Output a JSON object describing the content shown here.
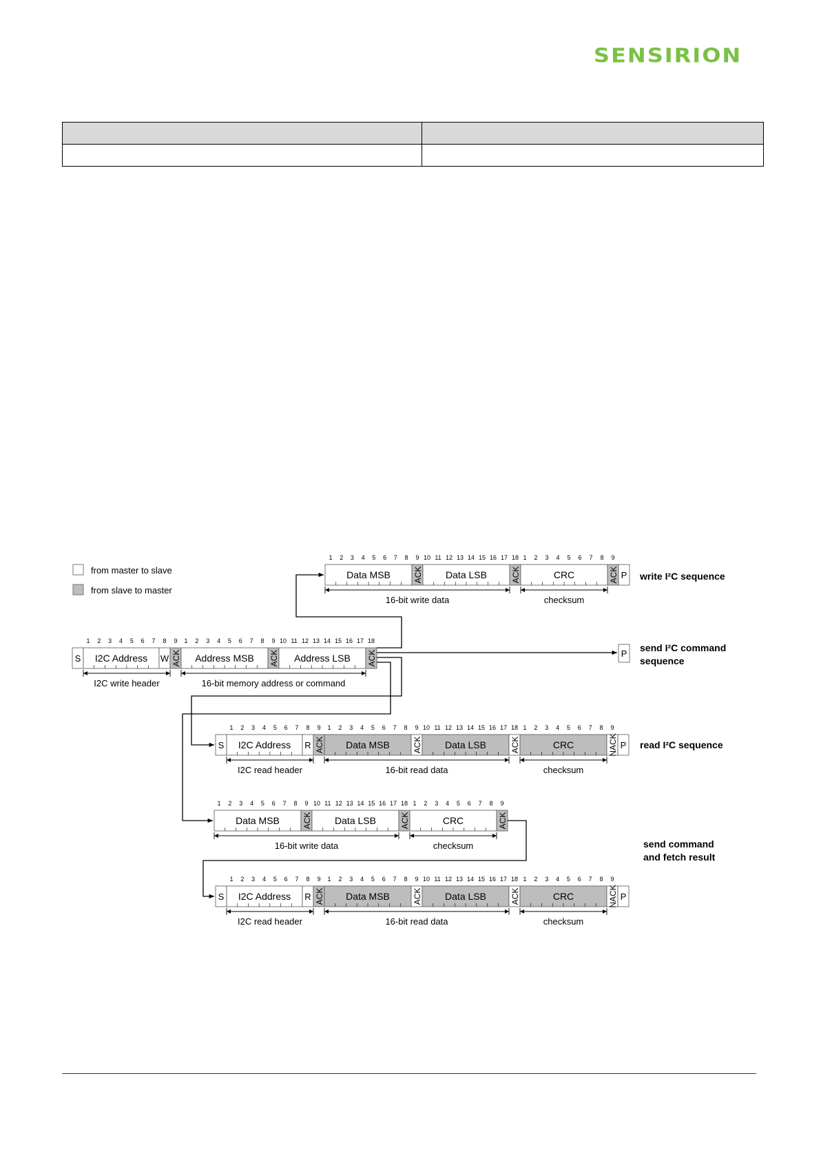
{
  "brand": {
    "logo_text": "SENSIRION",
    "color": "#7ac143"
  },
  "table": {
    "header": [
      "",
      ""
    ],
    "rows": [
      [
        "",
        ""
      ]
    ]
  },
  "legend": {
    "master_to_slave": "from master to slave",
    "slave_to_master": "from slave to master"
  },
  "colors": {
    "slave_fill": "#bdbdbd",
    "master_fill": "#ffffff",
    "line": "#000000"
  },
  "fields": {
    "s": "S",
    "p": "P",
    "w": "W",
    "r": "R",
    "ack": "ACK",
    "nack": "NACK",
    "i2c_address": "I2C Address",
    "address_msb": "Address MSB",
    "address_lsb": "Address LSB",
    "data_msb": "Data MSB",
    "data_lsb": "Data LSB",
    "crc": "CRC"
  },
  "bracket_labels": {
    "write_header": "I2C write header",
    "memory_address": "16-bit memory address or command",
    "write_data": "16-bit write data",
    "read_header": "I2C read header",
    "read_data": "16-bit read data",
    "checksum": "checksum"
  },
  "sequence_labels": {
    "write": "write I²C sequence",
    "send_command_line1": "send I²C command",
    "send_command_line2": "sequence",
    "read": "read I²C sequence",
    "send_fetch_line1": "send command",
    "send_fetch_line2": "and fetch result"
  }
}
